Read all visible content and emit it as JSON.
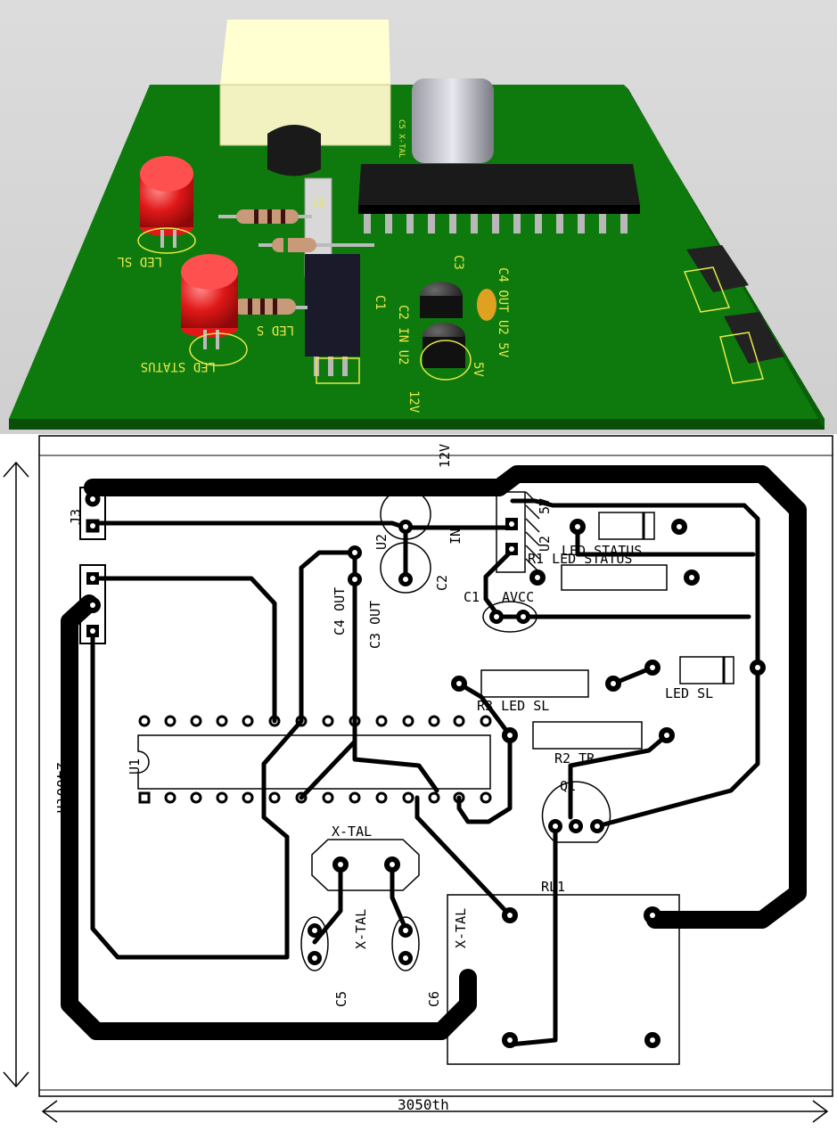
{
  "render_3d": {
    "silk_led_status": "LED STATUS",
    "silk_led_sl": "LED SL",
    "silk_led_s": "LED S",
    "silk_c2_in_u2": "C2 IN U2",
    "silk_12v": "12V",
    "silk_c3": "C3",
    "silk_c4_out_u2_5v": "C4 OUT U2 5V",
    "silk_5v": "5V",
    "silk_c1": "C1",
    "silk_x_tal": "C5 X-TAL",
    "silk_q1": "Q1"
  },
  "layout": {
    "dim_height": "2400th",
    "dim_width": "3050th",
    "label_12v": "12V",
    "label_j3": "J3",
    "label_u2": "U2",
    "label_in_top": "IN",
    "label_c2": "C2",
    "label_c4_out": "C4 OUT",
    "label_c3_out": "C3 OUT",
    "label_5v": "5V",
    "label_r1_led_status": "R1 LED STATUS",
    "label_led_status_diode": "LED STATUS",
    "label_c1": "C1",
    "label_avcc": "AVCC",
    "label_r3_led_sl": "R3 LED SL",
    "label_led_sl_diode": "LED SL",
    "label_r2_tr": "R2 TR",
    "label_q1": "Q1",
    "label_u1": "U1",
    "label_xtal": "X-TAL",
    "label_c5": "C5",
    "label_c5_xtal": "X-TAL",
    "label_c6": "C6",
    "label_c6_xtal": "X-TAL",
    "label_rl1": "RL1"
  },
  "colors": {
    "board_green": "#0e7a0e",
    "silk_yellow": "#e8e84a",
    "trace_black": "#000000",
    "led_red": "#e01818"
  }
}
